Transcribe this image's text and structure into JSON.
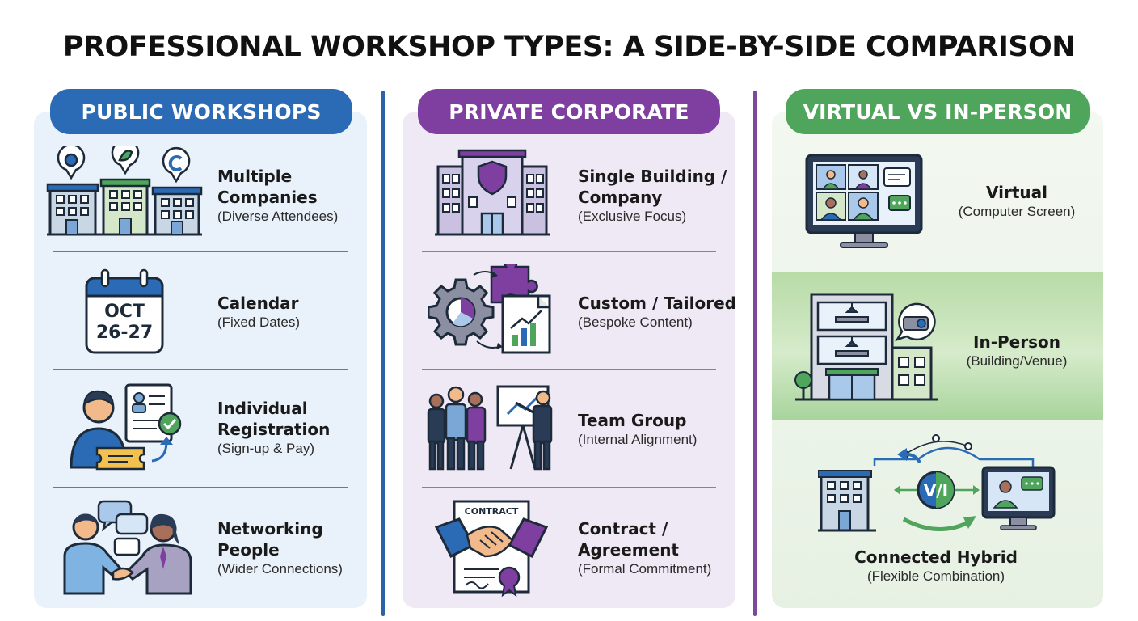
{
  "title": "PROFESSIONAL WORKSHOP TYPES: A SIDE-BY-SIDE COMPARISON",
  "columns": [
    {
      "header": "PUBLIC WORKSHOPS",
      "accent": "#2b6bb5",
      "items": [
        {
          "title_l1": "Multiple",
          "title_l2": "Companies",
          "sub": "(Diverse Attendees)",
          "icon": "multiple-buildings-icon"
        },
        {
          "title_l1": "Calendar",
          "sub": "(Fixed Dates)",
          "icon": "calendar-icon",
          "icon_text_1": "OCT",
          "icon_text_2": "26-27"
        },
        {
          "title_l1": "Individual",
          "title_l2": "Registration",
          "sub": "(Sign-up & Pay)",
          "icon": "registration-person-icon"
        },
        {
          "title_l1": "Networking",
          "title_l2": "People",
          "sub": "(Wider Connections)",
          "icon": "handshake-chat-icon"
        }
      ]
    },
    {
      "header": "PRIVATE CORPORATE",
      "accent": "#7e3fa1",
      "items": [
        {
          "title_l1": "Single Building /",
          "title_l2": "Company",
          "sub": "(Exclusive Focus)",
          "icon": "corporate-building-icon"
        },
        {
          "title_l1": "Custom / Tailored",
          "sub": "(Bespoke Content)",
          "icon": "gear-puzzle-icon"
        },
        {
          "title_l1": "Team Group",
          "sub": "(Internal Alignment)",
          "icon": "team-presentation-icon"
        },
        {
          "title_l1": "Contract /",
          "title_l2": "Agreement",
          "sub": "(Formal Commitment)",
          "icon": "contract-handshake-icon",
          "icon_text_1": "CONTRACT"
        }
      ]
    },
    {
      "header": "VIRTUAL VS IN-PERSON",
      "accent": "#4ea55b",
      "items": [
        {
          "title_l1": "Virtual",
          "sub": "(Computer Screen)",
          "icon": "video-call-monitor-icon"
        },
        {
          "title_l1": "In-Person",
          "sub": "(Building/Venue)",
          "icon": "venue-building-icon"
        },
        {
          "title_l1": "Connected Hybrid",
          "sub": "(Flexible Combination)",
          "icon": "hybrid-connection-icon",
          "icon_text_1": "V/I"
        }
      ]
    }
  ]
}
